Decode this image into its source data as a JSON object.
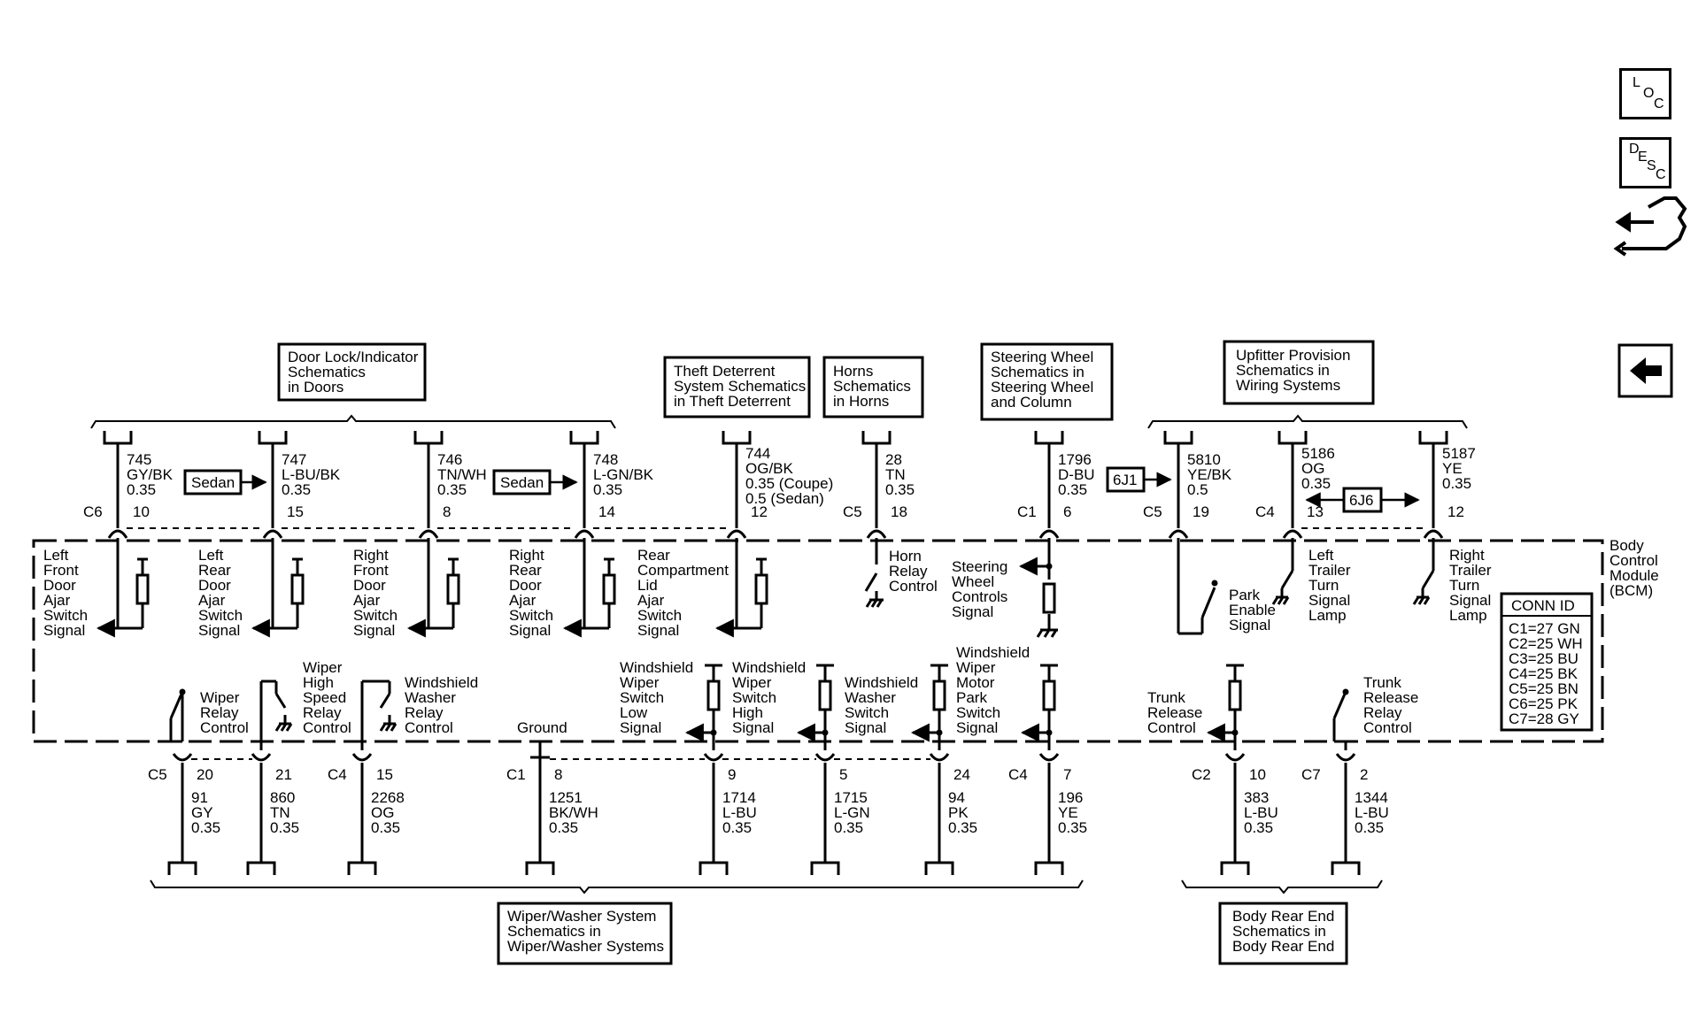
{
  "nav": {
    "loc": [
      "L",
      "O",
      "C"
    ],
    "desc": [
      "D",
      "E",
      "S",
      "C"
    ]
  },
  "top_boxes": {
    "door_lock": [
      "Door Lock/Indicator",
      "Schematics",
      "in Doors"
    ],
    "theft": [
      "Theft Deterrent",
      "System Schematics",
      "in Theft Deterrent"
    ],
    "horns": [
      "Horns",
      "Schematics",
      "in Horns"
    ],
    "steering": [
      "Steering Wheel",
      "Schematics in",
      "Steering Wheel",
      "and Column"
    ],
    "upfitter": [
      "Upfitter Provision",
      "Schematics in",
      "Wiring Systems"
    ]
  },
  "bottom_boxes": {
    "wiper": [
      "Wiper/Washer System",
      "Schematics in",
      "Wiper/Washer Systems"
    ],
    "rear_end": [
      "Body Rear End",
      "Schematics in",
      "Body Rear End"
    ]
  },
  "tags": {
    "sedan": "Sedan",
    "j1": "6J1",
    "j6": "6J6"
  },
  "top_wires": [
    {
      "circuit": "745",
      "color": "GY/BK",
      "size": "0.35",
      "connector": "C6",
      "pin": "10"
    },
    {
      "circuit": "747",
      "color": "L-BU/BK",
      "size": "0.35",
      "pin": "15"
    },
    {
      "circuit": "746",
      "color": "TN/WH",
      "size": "0.35",
      "pin": "8"
    },
    {
      "circuit": "748",
      "color": "L-GN/BK",
      "size": "0.35",
      "pin": "14"
    },
    {
      "circuit": "744",
      "color": "OG/BK",
      "size": "0.35 (Coupe)",
      "size2": "0.5 (Sedan)",
      "pin": "12"
    },
    {
      "circuit": "28",
      "color": "TN",
      "size": "0.35",
      "connector": "C5",
      "pin": "18"
    },
    {
      "circuit": "1796",
      "color": "D-BU",
      "size": "0.35",
      "connector": "C1",
      "pin": "6"
    },
    {
      "circuit": "5810",
      "color": "YE/BK",
      "size": "0.5",
      "connector": "C5",
      "pin": "19"
    },
    {
      "circuit": "5186",
      "color": "OG",
      "size": "0.35",
      "connector": "C4",
      "pin": "13"
    },
    {
      "circuit": "5187",
      "color": "YE",
      "size": "0.35",
      "pin": "12"
    }
  ],
  "top_inputs": [
    [
      "Left",
      "Front",
      "Door",
      "Ajar",
      "Switch",
      "Signal"
    ],
    [
      "Left",
      "Rear",
      "Door",
      "Ajar",
      "Switch",
      "Signal"
    ],
    [
      "Right",
      "Front",
      "Door",
      "Ajar",
      "Switch",
      "Signal"
    ],
    [
      "Right",
      "Rear",
      "Door",
      "Ajar",
      "Switch",
      "Signal"
    ],
    [
      "Rear",
      "Compartment",
      "Lid",
      "Ajar",
      "Switch",
      "Signal"
    ]
  ],
  "internal_labels": {
    "horn": [
      "Horn",
      "Relay",
      "Control"
    ],
    "steering": [
      "Steering",
      "Wheel",
      "Controls",
      "Signal"
    ],
    "park": [
      "Park",
      "Enable",
      "Signal"
    ],
    "left_trailer": [
      "Left",
      "Trailer",
      "Turn",
      "Signal",
      "Lamp"
    ],
    "right_trailer": [
      "Right",
      "Trailer",
      "Turn",
      "Signal",
      "Lamp"
    ],
    "wiper_relay": [
      "Wiper",
      "Relay",
      "Control"
    ],
    "wiper_high": [
      "Wiper",
      "High",
      "Speed",
      "Relay",
      "Control"
    ],
    "washer_relay": [
      "Windshield",
      "Washer",
      "Relay",
      "Control"
    ],
    "ground": [
      "Ground"
    ],
    "wiper_low": [
      "Windshield",
      "Wiper",
      "Switch",
      "Low",
      "Signal"
    ],
    "wiper_high_sig": [
      "Windshield",
      "Wiper",
      "Switch",
      "High",
      "Signal"
    ],
    "washer_switch": [
      "Windshield",
      "Washer",
      "Switch",
      "Signal"
    ],
    "motor_park": [
      "Windshield",
      "Wiper",
      "Motor",
      "Park",
      "Switch",
      "Signal"
    ],
    "trunk_signal": [
      "Trunk",
      "Release",
      "Control"
    ],
    "trunk_relay": [
      "Trunk",
      "Release",
      "Relay",
      "Control"
    ]
  },
  "module": {
    "name": [
      "Body",
      "Control",
      "Module",
      "(BCM)"
    ]
  },
  "conn_id": {
    "title": "CONN ID",
    "rows": [
      "C1=27 GN",
      "C2=25 WH",
      "C3=25 BU",
      "C4=25 BK",
      "C5=25 BN",
      "C6=25 PK",
      "C7=28 GY"
    ]
  },
  "bottom_wires": [
    {
      "connector": "C5",
      "pin": "20",
      "circuit": "91",
      "color": "GY",
      "size": "0.35"
    },
    {
      "pin": "21",
      "circuit": "860",
      "color": "TN",
      "size": "0.35"
    },
    {
      "connector": "C4",
      "pin": "15",
      "circuit": "2268",
      "color": "OG",
      "size": "0.35"
    },
    {
      "connector": "C1",
      "pin": "8",
      "circuit": "1251",
      "color": "BK/WH",
      "size": "0.35"
    },
    {
      "pin": "9",
      "circuit": "1714",
      "color": "L-BU",
      "size": "0.35"
    },
    {
      "pin": "5",
      "circuit": "1715",
      "color": "L-GN",
      "size": "0.35"
    },
    {
      "pin": "24",
      "circuit": "94",
      "color": "PK",
      "size": "0.35"
    },
    {
      "connector": "C4",
      "pin": "7",
      "circuit": "196",
      "color": "YE",
      "size": "0.35"
    },
    {
      "connector": "C2",
      "pin": "10",
      "circuit": "383",
      "color": "L-BU",
      "size": "0.35"
    },
    {
      "connector": "C7",
      "pin": "2",
      "circuit": "1344",
      "color": "L-BU",
      "size": "0.35"
    }
  ]
}
